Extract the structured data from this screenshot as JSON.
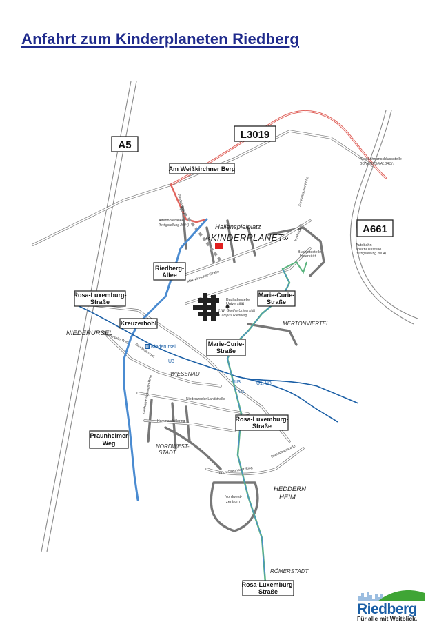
{
  "title": "Anfahrt zum Kinderplaneten Riedberg",
  "highways": {
    "a5": "A5",
    "l3019": "L3019",
    "a661": "A661"
  },
  "labels": {
    "am_weisskirchner_berg": "Am Weißkirchner Berg",
    "riedberg_allee": [
      "Riedberg-",
      "Allee"
    ],
    "rosa_luxemburg_1": [
      "Rosa-Luxemburg-",
      "Straße"
    ],
    "kreuzerhohl": "Kreuzerhohl",
    "marie_curie_1": [
      "Marie-Curie-",
      "Straße"
    ],
    "marie_curie_2": [
      "Marie-Curie-",
      "Straße"
    ],
    "rosa_luxemburg_2": [
      "Rosa-Luxemburg-",
      "Straße"
    ],
    "praunheimer_weg": [
      "Praunheimer",
      "Weg"
    ],
    "rosa_luxemburg_3": [
      "Rosa-Luxemburg-",
      "Straße"
    ]
  },
  "places": {
    "hallenspielplatz": "Hallenspielplatz",
    "kinderplanet": "«KINDERPLANET»",
    "niederursel": "NIEDERURSEL",
    "mertonviertel": "MERTONVIERTEL",
    "wiesenau": "WIESENAU",
    "nordweststadt": [
      "NORDWEST-",
      "STADT"
    ],
    "heddernheim": [
      "HEDDERN",
      "HEIM"
    ],
    "roemerstadt": "RÖMERSTADT",
    "nordwestzentrum": [
      "Nordwest-",
      "zentrum"
    ]
  },
  "notes": {
    "altenhoeferallee": [
      "Altenhöferallee",
      "(fertigstellung 2004)"
    ],
    "autobahnanschluss": [
      "Autobahnanschlussstelle",
      "BONAMES/KALBACH"
    ],
    "autobahnanschluss_bottom": [
      "Autobahn",
      "anschlussstelle",
      "(fertigstellung 2004)"
    ],
    "universitaet": [
      "J. W. Goethe Universität",
      "Campus Riedberg"
    ],
    "busha1": [
      "Bushaltestelle",
      "Universität"
    ],
    "busha2": [
      "Bushaltestelle",
      "Universität"
    ]
  },
  "metro": {
    "niederursel_station": "Niederursel",
    "u3_a": "U3",
    "u3_b": "U3",
    "u1_u3": "U1, U3",
    "u1": "U1"
  },
  "streets": {
    "oberursel": "Oberurseler Weg",
    "alt_niederursel": "Alt-Niederursel",
    "max_born": "Max-von-Laue-Straße",
    "nied_landstr": "Niederurseler Landstraße",
    "hammarskjoeld": "Hammarskjöldring",
    "erich_ollenhauer": "Erich-Ollenhauer-Ring",
    "gerhart_hauptmann": "Gerhart-Hauptmann-Ring",
    "bernadottestr": "Bernadottestraße",
    "in_der_roemerstadt": "Im Burgfeld",
    "zum_kalbach": "Zur Kalbacher Höhe",
    "heilbronner": "Riedbergallee"
  },
  "logo": {
    "word": "Riedberg",
    "tagline": "Für alle mit Weitblick.",
    "colors": {
      "green": "#3fa535",
      "blue": "#1b5fa6"
    }
  },
  "colors": {
    "title": "#1f2a8c",
    "route_red": "#e0635c",
    "tram_blue": "#1b5fa6",
    "tram_green": "#3fa535",
    "kinderplanet_marker": "#e02020"
  }
}
